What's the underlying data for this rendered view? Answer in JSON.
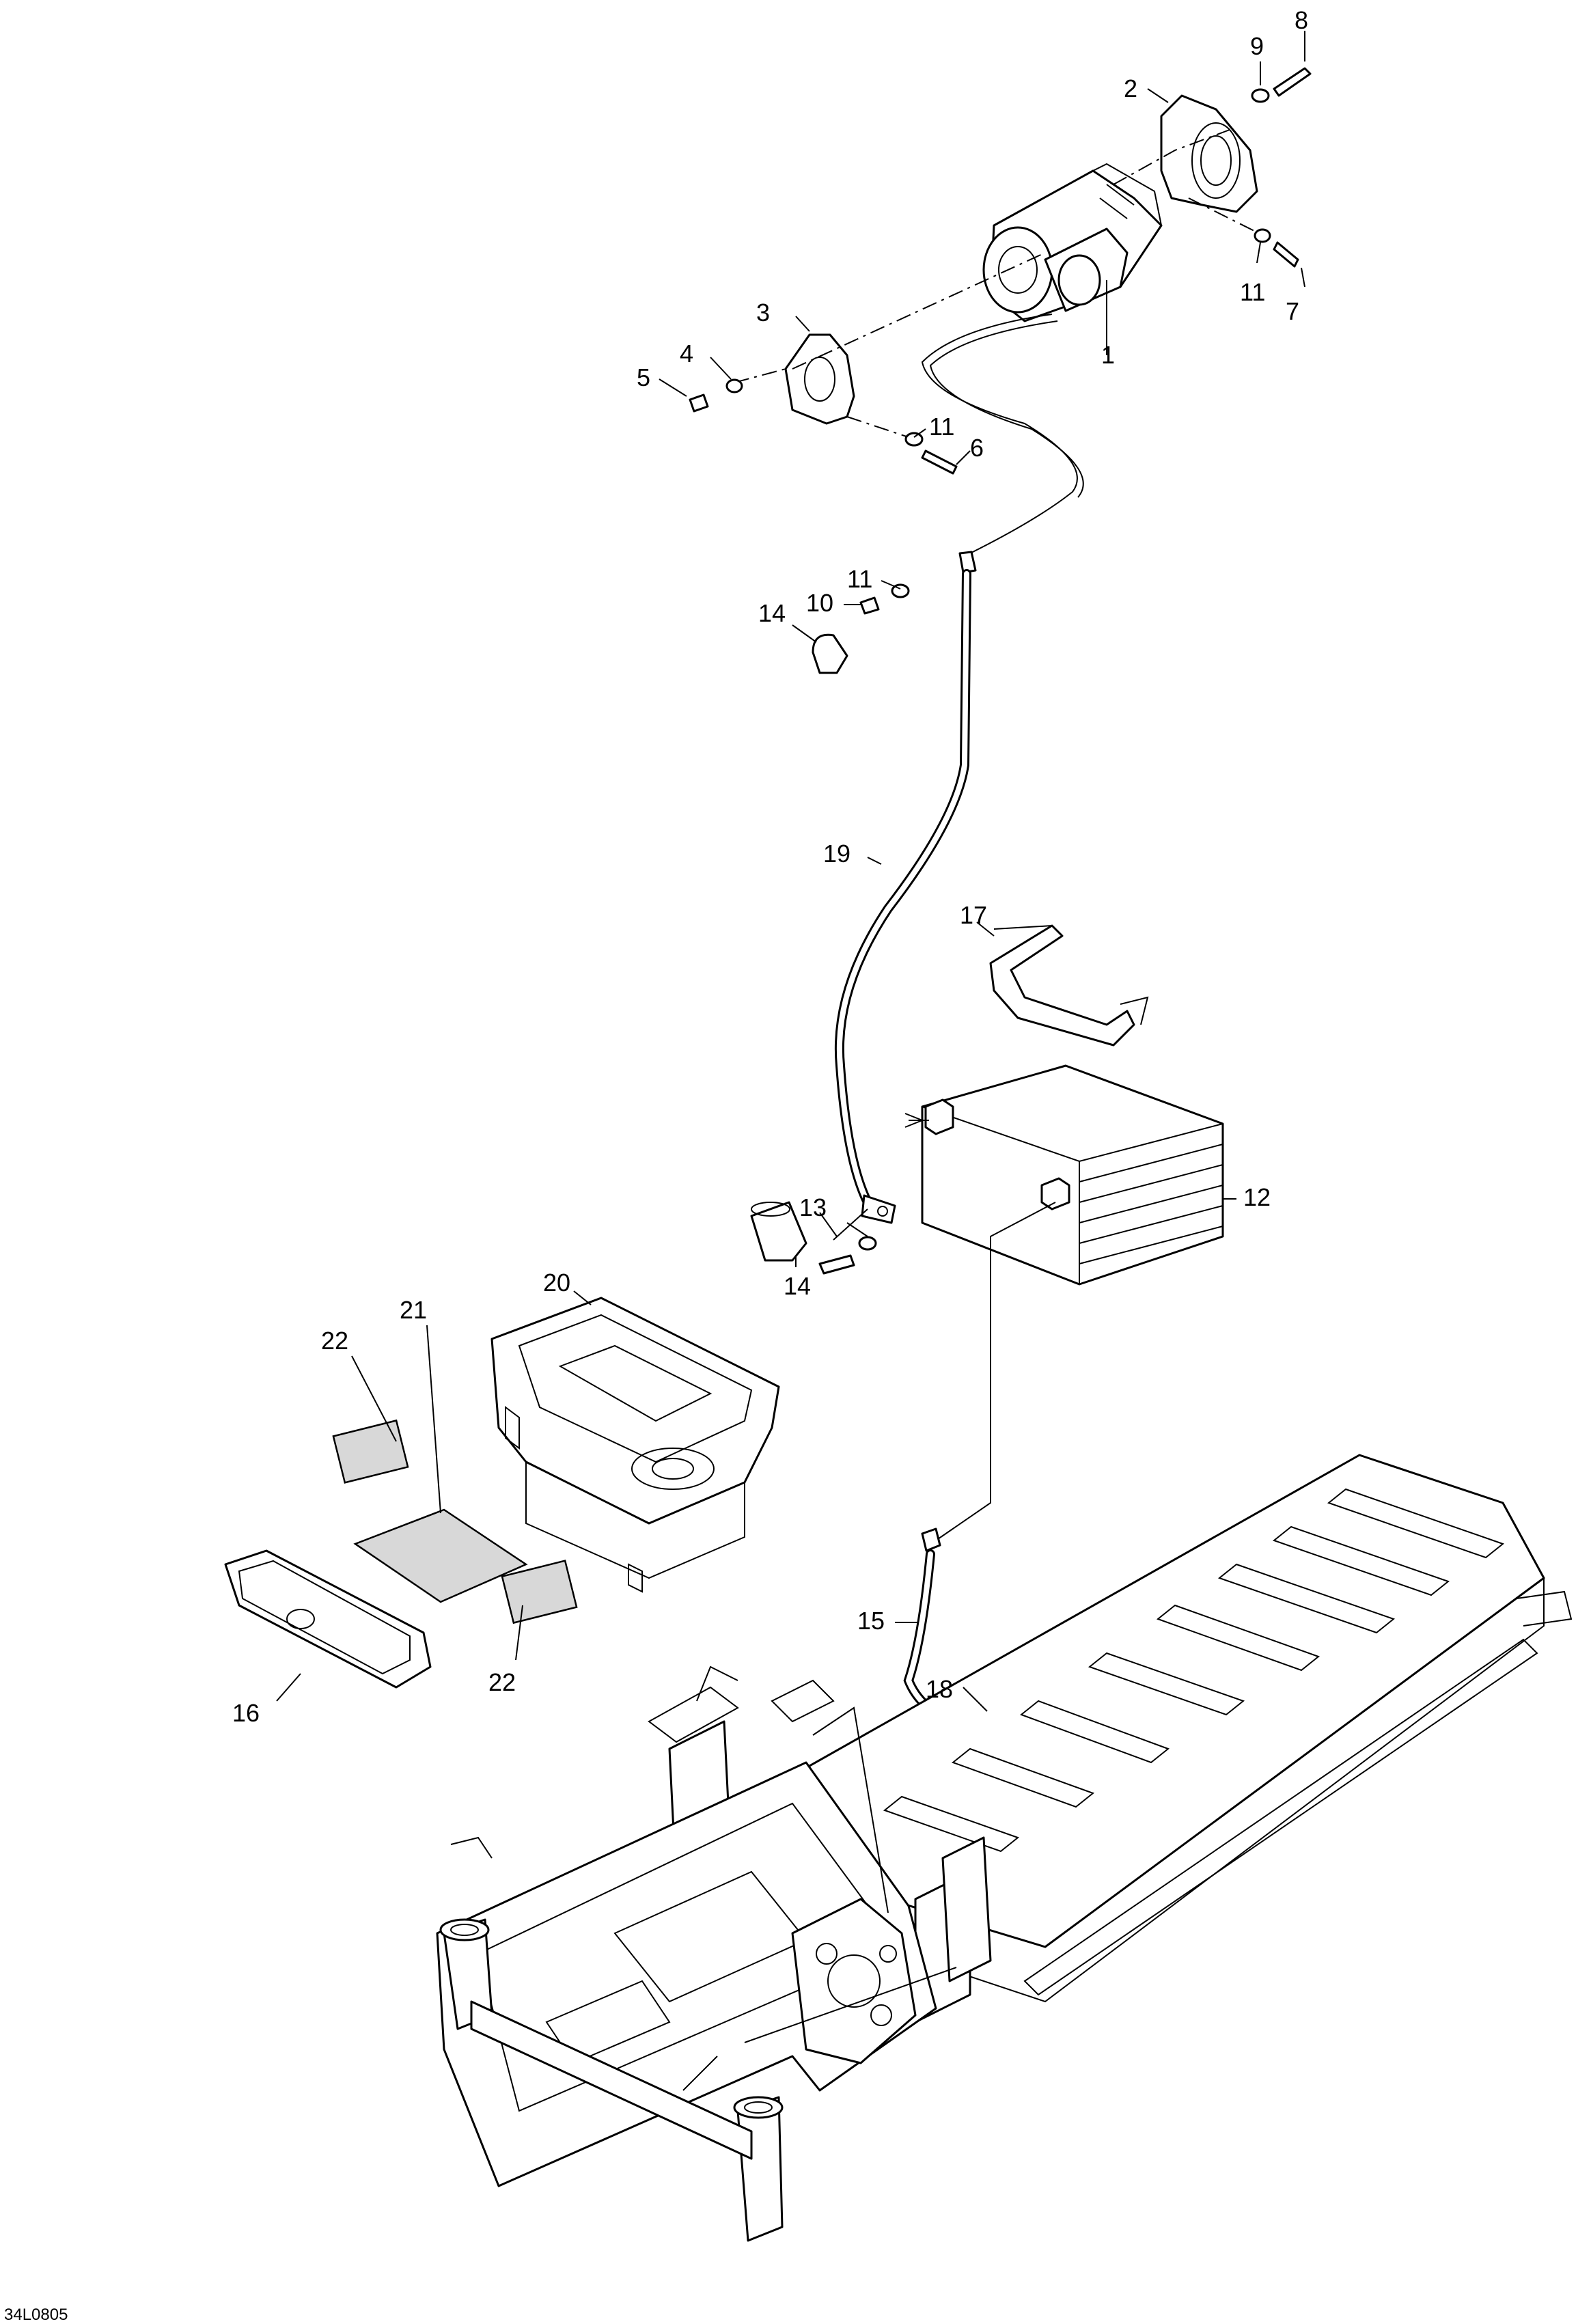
{
  "drawing_code": "34L0805",
  "callouts": [
    {
      "id": "c1",
      "text": "1"
    },
    {
      "id": "c2",
      "text": "2"
    },
    {
      "id": "c3",
      "text": "3"
    },
    {
      "id": "c4",
      "text": "4"
    },
    {
      "id": "c5",
      "text": "5"
    },
    {
      "id": "c6",
      "text": "6"
    },
    {
      "id": "c7",
      "text": "7"
    },
    {
      "id": "c8",
      "text": "8"
    },
    {
      "id": "c9",
      "text": "9"
    },
    {
      "id": "c10",
      "text": "10"
    },
    {
      "id": "c11a",
      "text": "11"
    },
    {
      "id": "c11b",
      "text": "11"
    },
    {
      "id": "c11c",
      "text": "11"
    },
    {
      "id": "c12",
      "text": "12"
    },
    {
      "id": "c13",
      "text": "13"
    },
    {
      "id": "c14a",
      "text": "14"
    },
    {
      "id": "c14b",
      "text": "14"
    },
    {
      "id": "c15",
      "text": "15"
    },
    {
      "id": "c16",
      "text": "16"
    },
    {
      "id": "c17",
      "text": "17"
    },
    {
      "id": "c18",
      "text": "18"
    },
    {
      "id": "c19",
      "text": "19"
    },
    {
      "id": "c20",
      "text": "20"
    },
    {
      "id": "c21",
      "text": "21"
    },
    {
      "id": "c22a",
      "text": "22"
    },
    {
      "id": "c22b",
      "text": "22"
    }
  ]
}
